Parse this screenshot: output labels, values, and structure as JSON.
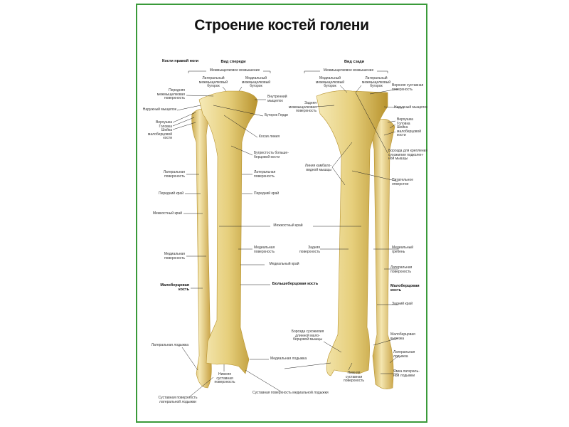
{
  "title": "Строение костей голени",
  "colors": {
    "border": "#3a9a3a",
    "bone": "#e8d488",
    "bone_shadow": "#b8932e"
  },
  "front": {
    "heading": "Кости правой ноги",
    "view": "Вид спереди",
    "eminence": "Межмыщелковое возвышение",
    "labels": [
      "Латеральный\nмежмыщелковый\nбугорок",
      "Медиальный\nмежмыщелковый\nбугорок",
      "Передняя\nмежмыщелковая\nповерхность",
      "Наружный мыщелок",
      "Верхушка\nГоловка\nШейка\nмалоберцовой\nкости",
      "Внутренний\nмыщелок",
      "Бугорок Герди",
      "Косая линия",
      "Бугристость больше-\nберцовой кости",
      "Латеральная\nповерхность",
      "Латеральная\nповерхность",
      "Передний край",
      "Передний край",
      "Межкостный край",
      "Межкостный край",
      "Медиальная\nповерхность",
      "Медиальная\nповерхность",
      "Медиальный край",
      "Малоберцовая\nкость",
      "Большеберцовая кость",
      "Латеральная лодыжка",
      "Медиальная лодыжка",
      "Нижняя\nсуставная\nповерхность",
      "Суставная поверхность\nлатеральной лодыжки",
      "Суставная поверхность медиальной лодыжки"
    ]
  },
  "back": {
    "view": "Вид сзади",
    "eminence": "Межмыщелковое возвышение",
    "labels": [
      "Медиальный\nмежмыщелковый\nбугорок",
      "Латеральный\nмежмыщелковый\nбугорок",
      "Верхняя суставная\nповерхность",
      "Задняя\nмежмыщелковая\nповерхность",
      "Наружный мыщелок",
      "Верхушка\nГоловка\nШейка\nмалоберцовой\nкости",
      "Борозда для крепления\nсухожилия подколен-\nной мышцы",
      "Линия камбало-\nвидной мышцы",
      "Питательное\nотверстие",
      "Задняя\nповерхность",
      "Медиальный\nгребень",
      "Латеральная\nповерхность",
      "Малоберцовая\nкость",
      "Задний край",
      "Борозда сухожилия\nдлинной мало-\nберцовой мышцы",
      "Малоберцовая\nвырезка",
      "Латеральная\nлодыжка",
      "Нижняя\nсуставная\nповерхность",
      "Ямка латераль-\nной лодыжки"
    ]
  }
}
